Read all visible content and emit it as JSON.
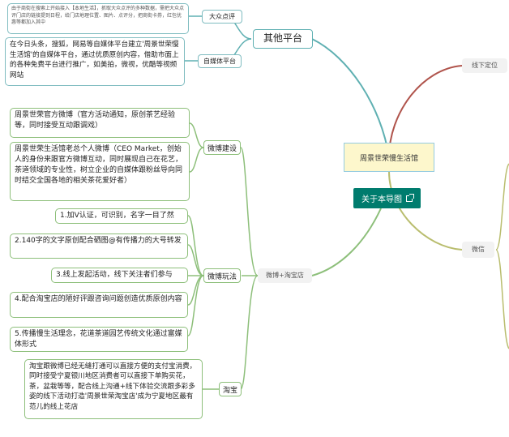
{
  "center": {
    "title": "周景世荣慢生活馆"
  },
  "about": {
    "label": "关于本导图",
    "icon": "external-link-icon"
  },
  "colors": {
    "teal_link": "#5fb0b2",
    "green_link": "#8dbf7a",
    "red_link": "#b0544c",
    "olive_link": "#b9bd6e",
    "about_bg": "#007c6e",
    "center_bg": "#fdf7cc",
    "center_border": "#95cbe0"
  },
  "branches": {
    "other_platforms": {
      "label": "其他平台",
      "dianping": {
        "label": "大众点评",
        "text": "由于商街在搜索上开始接入【本地生活】，抓取大众点评的多种数据，需把大众点评门店的链接提到日程，给门店地理位置、图片、点评分，把商街卡券，红包优惠等都加入其中"
      },
      "self_media": {
        "label": "自媒体平台",
        "text": "在今日头条，搜狐，网易等自媒体平台建立'周景世荣慢生活馆'的自媒体平台，通过优质原创内容，借助市面上的各种免费平台进行推广，如美拍，微视，优酷等视频网站"
      }
    },
    "offline": {
      "label": "线下定位"
    },
    "wechat": {
      "label": "微信"
    },
    "weibo_taobao": {
      "label": "微博+淘宝店",
      "weibo_build": {
        "label": "微博建设",
        "items": [
          "周景世荣官方微博（官方活动通知，原创茶艺经验等，同时接受互动跟调戏）",
          "周景世荣生活馆老总个人微博（CEO Market，创始人的身份来跟官方微博互动，同时展现自己在花艺，茶道领域的专业性，树立企业的自媒体跟粉丝导向同时结交全国各地的相关茶花爱好者）"
        ]
      },
      "weibo_play": {
        "label": "微博玩法",
        "items": [
          "1.加V认证，可识别，名字一目了然",
          "2.140字的文字原创配合硒图@有传播力的大号转发",
          "3.线上发起活动，线下关注者们参与",
          "4.配合淘宝店的陋好评跟咨询问题创造优质原创内容",
          "5.传播慢生活理念，花道茶道园艺传统文化通过富媒体形式"
        ]
      },
      "taobao": {
        "label": "淘宝",
        "text": "淘宝跟微博已经无缝打通可以直接方便的支付宝消费，同时接受宁夏银川地区消费者可以直接下单购买花，茶，盆栽等等，配合线上沟通+线下体验交流跟多彩多姿的线下活动打造'周景世荣淘宝店'成为宁夏地区最有范儿的线上花店"
      }
    }
  }
}
